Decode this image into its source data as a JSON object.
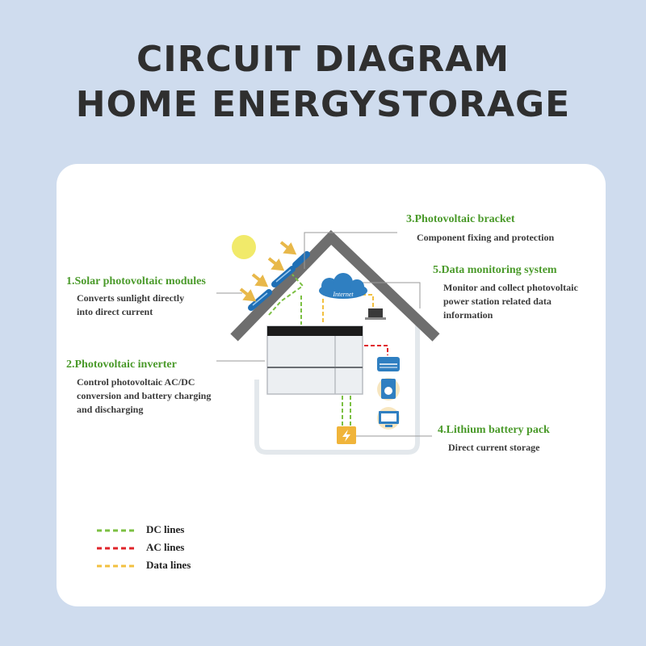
{
  "title": {
    "line1": "CIRCUIT DIAGRAM",
    "line2": "HOME ENERGYSTORAGE"
  },
  "components": {
    "solar_modules": {
      "heading": "1.Solar photovoltaic modules",
      "desc1": "Converts sunlight directly",
      "desc2": "into direct current"
    },
    "inverter": {
      "heading": "2.Photovoltaic inverter",
      "desc1": "Control photovoltaic AC/DC",
      "desc2": "conversion and battery charging",
      "desc3": "and discharging"
    },
    "bracket": {
      "heading": "3.Photovoltaic bracket",
      "desc1": "Component fixing and protection"
    },
    "battery": {
      "heading": "4.Lithium battery pack",
      "desc1": "Direct current storage"
    },
    "monitoring": {
      "heading": "5.Data monitoring system",
      "desc1": "Monitor and collect photovoltaic",
      "desc2": "power station related data",
      "desc3": "information"
    }
  },
  "cloud_label": "Internet",
  "legend": [
    {
      "label": "DC lines",
      "color": "#7cc043"
    },
    {
      "label": "AC lines",
      "color": "#e0242a"
    },
    {
      "label": "Data lines",
      "color": "#f2c040"
    }
  ],
  "colors": {
    "background": "#cfdcee",
    "heading_green": "#4a9a2a",
    "roof": "#6e6e6e",
    "house_outline": "#e3e8ec",
    "sun": "#f1ea6a",
    "panel": "#1f6fb5"
  },
  "icons": [
    "sun-icon",
    "solar-panel-icon",
    "cloud-icon",
    "laptop-icon",
    "air-conditioner-icon",
    "washing-machine-icon",
    "monitor-icon",
    "battery-icon"
  ]
}
